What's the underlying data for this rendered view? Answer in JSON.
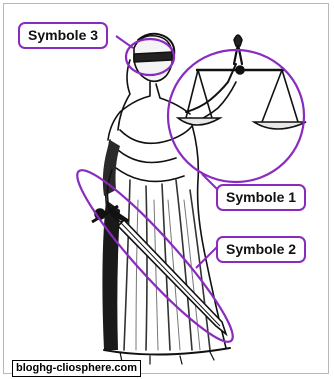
{
  "labels": {
    "symbol1": "Symbole 1",
    "symbol2": "Symbole 2",
    "symbol3": "Symbole 3"
  },
  "credit": "bloghg-cliosphere.com",
  "colors": {
    "highlight": "#8a2bbf",
    "ink": "#111111",
    "background": "#ffffff"
  },
  "illustration": "lady-justice-statue"
}
